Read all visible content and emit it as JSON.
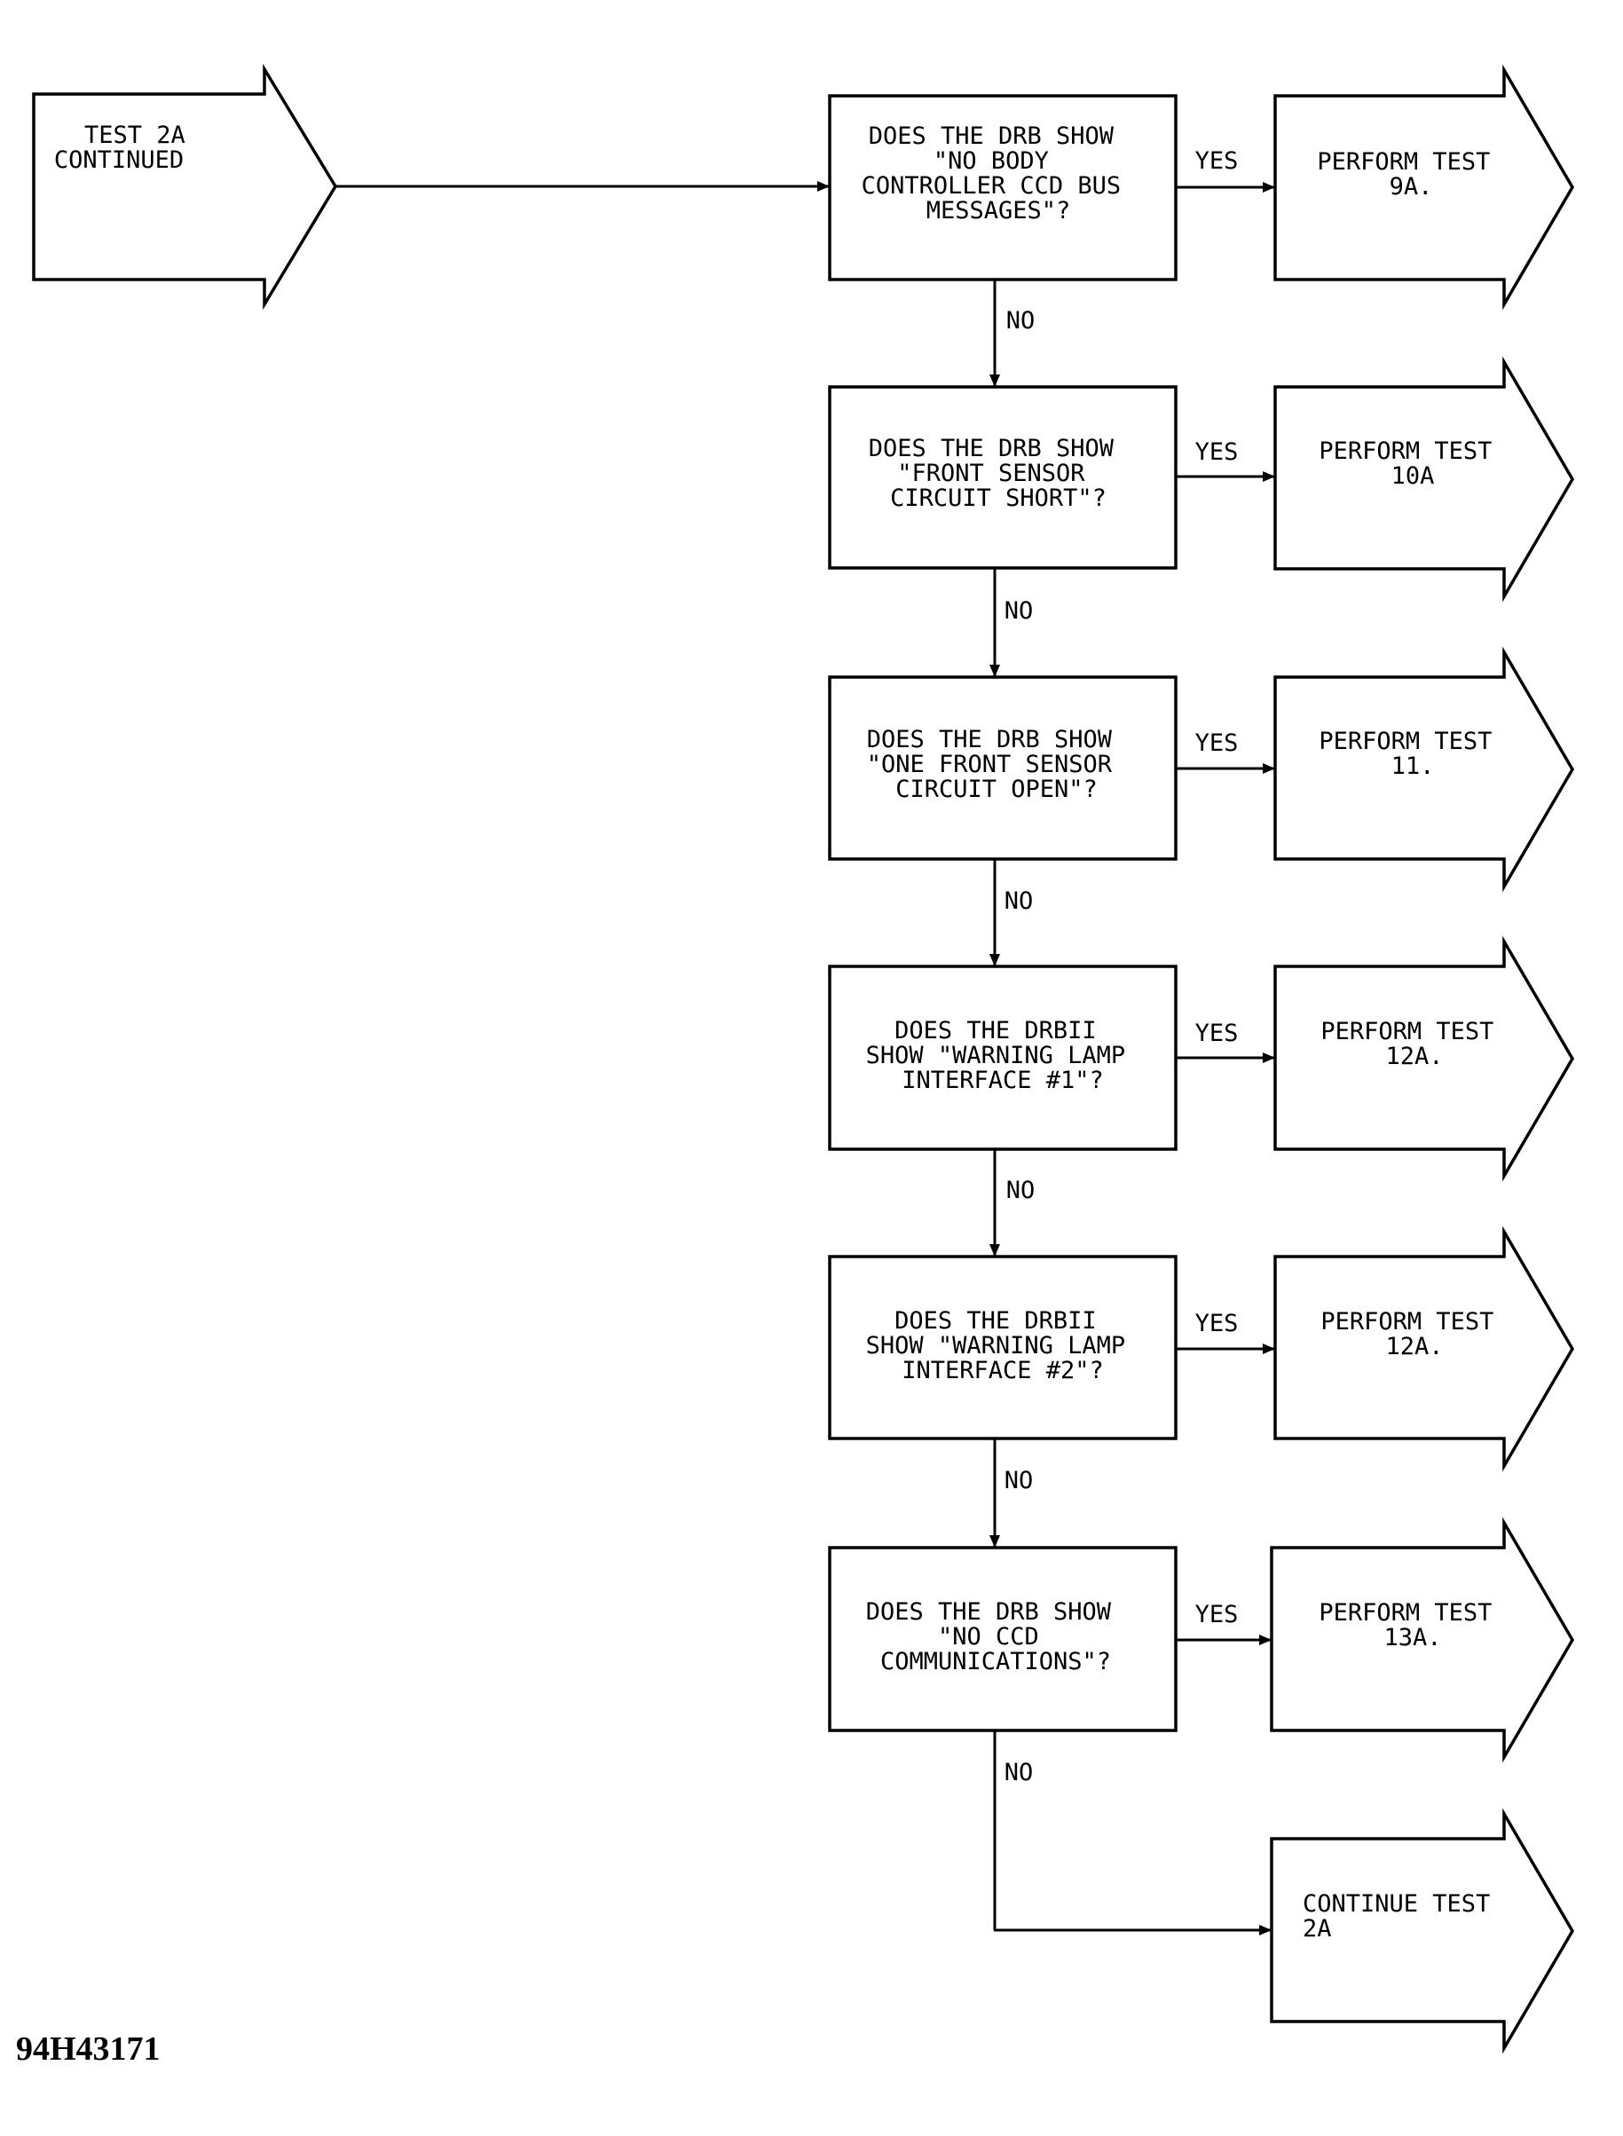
{
  "figure_id": "94H43171",
  "start": {
    "lines": [
      "TEST 2A",
      "CONTINUED"
    ]
  },
  "decisions": [
    {
      "question": [
        "DOES THE DRB SHOW",
        "\"NO BODY",
        "CONTROLLER CCD BUS",
        "MESSAGES\"?"
      ],
      "yes_label": "YES",
      "no_label": "NO",
      "action": [
        "PERFORM TEST",
        "9A."
      ]
    },
    {
      "question": [
        "DOES THE DRB SHOW",
        "\"FRONT SENSOR",
        "CIRCUIT SHORT\"?"
      ],
      "yes_label": "YES",
      "no_label": "NO",
      "action": [
        "PERFORM TEST",
        "10A"
      ]
    },
    {
      "question": [
        "DOES THE DRB SHOW",
        "\"ONE FRONT SENSOR",
        "CIRCUIT OPEN\"?"
      ],
      "yes_label": "YES",
      "no_label": "NO",
      "action": [
        "PERFORM TEST",
        "11."
      ]
    },
    {
      "question": [
        "DOES THE DRBII",
        "SHOW \"WARNING LAMP",
        "INTERFACE #1\"?"
      ],
      "yes_label": "YES",
      "no_label": "NO",
      "action": [
        "PERFORM TEST",
        "12A."
      ]
    },
    {
      "question": [
        "DOES THE DRBII",
        "SHOW \"WARNING LAMP",
        "INTERFACE #2\"?"
      ],
      "yes_label": "YES",
      "no_label": "NO",
      "action": [
        "PERFORM TEST",
        "12A."
      ]
    },
    {
      "question": [
        "DOES THE DRB SHOW",
        "\"NO CCD",
        "COMMUNICATIONS\"?"
      ],
      "yes_label": "YES",
      "no_label": "NO",
      "action": [
        "PERFORM TEST",
        "13A."
      ]
    }
  ],
  "end": {
    "lines": [
      "CONTINUE TEST",
      "2A"
    ]
  }
}
